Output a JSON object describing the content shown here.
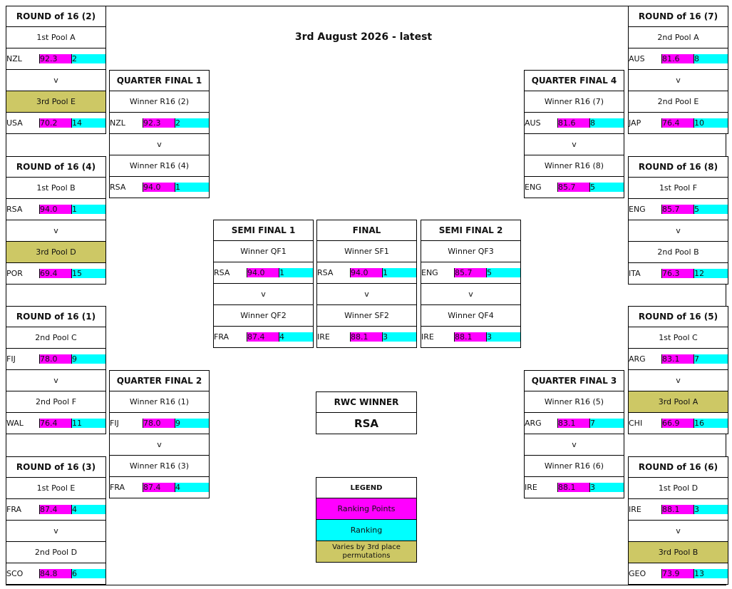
{
  "headline": "3rd August 2026 - latest",
  "vs": "v",
  "r16_2": {
    "title": "ROUND of 16 (2)",
    "slot1": "1st Pool A",
    "team1": {
      "code": "NZL",
      "points": "92.3",
      "rank": "2"
    },
    "slot2": "3rd Pool E",
    "team2": {
      "code": "USA",
      "points": "70.2",
      "rank": "14"
    }
  },
  "r16_4": {
    "title": "ROUND of 16 (4)",
    "slot1": "1st Pool B",
    "team1": {
      "code": "RSA",
      "points": "94.0",
      "rank": "1"
    },
    "slot2": "3rd Pool D",
    "team2": {
      "code": "POR",
      "points": "69.4",
      "rank": "15"
    }
  },
  "r16_1": {
    "title": "ROUND of 16 (1)",
    "slot1": "2nd Pool C",
    "team1": {
      "code": "FIJ",
      "points": "78.0",
      "rank": "9"
    },
    "slot2": "2nd Pool F",
    "team2": {
      "code": "WAL",
      "points": "76.4",
      "rank": "11"
    }
  },
  "r16_3": {
    "title": "ROUND of 16 (3)",
    "slot1": "1st Pool E",
    "team1": {
      "code": "FRA",
      "points": "87.4",
      "rank": "4"
    },
    "slot2": "2nd Pool D",
    "team2": {
      "code": "SCO",
      "points": "84.8",
      "rank": "6"
    }
  },
  "r16_7": {
    "title": "ROUND of 16 (7)",
    "slot1": "2nd Pool A",
    "team1": {
      "code": "AUS",
      "points": "81.6",
      "rank": "8"
    },
    "slot2": "2nd Pool E",
    "team2": {
      "code": "JAP",
      "points": "76.4",
      "rank": "10"
    }
  },
  "r16_8": {
    "title": "ROUND of 16 (8)",
    "slot1": "1st Pool F",
    "team1": {
      "code": "ENG",
      "points": "85.7",
      "rank": "5"
    },
    "slot2": "2nd Pool B",
    "team2": {
      "code": "ITA",
      "points": "76.3",
      "rank": "12"
    }
  },
  "r16_5": {
    "title": "ROUND of 16 (5)",
    "slot1": "1st Pool C",
    "team1": {
      "code": "ARG",
      "points": "83.1",
      "rank": "7"
    },
    "slot2": "3rd Pool A",
    "team2": {
      "code": "CHI",
      "points": "66.9",
      "rank": "16"
    }
  },
  "r16_6": {
    "title": "ROUND of 16 (6)",
    "slot1": "1st Pool D",
    "team1": {
      "code": "IRE",
      "points": "88.1",
      "rank": "3"
    },
    "slot2": "3rd Pool B",
    "team2": {
      "code": "GEO",
      "points": "73.9",
      "rank": "13"
    }
  },
  "qf1": {
    "title": "QUARTER FINAL 1",
    "slot1": "Winner R16 (2)",
    "team1": {
      "code": "NZL",
      "points": "92.3",
      "rank": "2"
    },
    "slot2": "Winner R16 (4)",
    "team2": {
      "code": "RSA",
      "points": "94.0",
      "rank": "1"
    }
  },
  "qf2": {
    "title": "QUARTER FINAL 2",
    "slot1": "Winner R16 (1)",
    "team1": {
      "code": "FIJ",
      "points": "78.0",
      "rank": "9"
    },
    "slot2": "Winner R16 (3)",
    "team2": {
      "code": "FRA",
      "points": "87.4",
      "rank": "4"
    }
  },
  "qf4": {
    "title": "QUARTER FINAL 4",
    "slot1": "Winner R16 (7)",
    "team1": {
      "code": "AUS",
      "points": "81.6",
      "rank": "8"
    },
    "slot2": "Winner R16 (8)",
    "team2": {
      "code": "ENG",
      "points": "85.7",
      "rank": "5"
    }
  },
  "qf3": {
    "title": "QUARTER FINAL 3",
    "slot1": "Winner R16 (5)",
    "team1": {
      "code": "ARG",
      "points": "83.1",
      "rank": "7"
    },
    "slot2": "Winner R16 (6)",
    "team2": {
      "code": "IRE",
      "points": "88.1",
      "rank": "3"
    }
  },
  "sf1": {
    "title": "SEMI FINAL 1",
    "slot1": "Winner QF1",
    "team1": {
      "code": "RSA",
      "points": "94.0",
      "rank": "1"
    },
    "slot2": "Winner QF2",
    "team2": {
      "code": "FRA",
      "points": "87.4",
      "rank": "4"
    }
  },
  "final": {
    "title": "FINAL",
    "slot1": "Winner SF1",
    "team1": {
      "code": "RSA",
      "points": "94.0",
      "rank": "1"
    },
    "slot2": "Winner SF2",
    "team2": {
      "code": "IRE",
      "points": "88.1",
      "rank": "3"
    }
  },
  "sf2": {
    "title": "SEMI FINAL 2",
    "slot1": "Winner QF3",
    "team1": {
      "code": "ENG",
      "points": "85.7",
      "rank": "5"
    },
    "slot2": "Winner QF4",
    "team2": {
      "code": "IRE",
      "points": "88.1",
      "rank": "3"
    }
  },
  "winner": {
    "title": "RWC WINNER",
    "team": "RSA"
  },
  "legend": {
    "title": "LEGEND",
    "points": "Ranking Points",
    "rank": "Ranking",
    "varies": "Varies by 3rd place permutations"
  },
  "colors": {
    "points": "#ff00ff",
    "rank": "#00ffff",
    "varies": "#cdc865"
  },
  "chart_data": {
    "type": "table",
    "title": "3rd August 2026 - latest",
    "matches": [
      {
        "stage": "ROUND of 16 (2)",
        "teams": [
          [
            "NZL",
            92.3,
            2
          ],
          [
            "USA",
            70.2,
            14
          ]
        ]
      },
      {
        "stage": "ROUND of 16 (4)",
        "teams": [
          [
            "RSA",
            94.0,
            1
          ],
          [
            "POR",
            69.4,
            15
          ]
        ]
      },
      {
        "stage": "ROUND of 16 (1)",
        "teams": [
          [
            "FIJ",
            78.0,
            9
          ],
          [
            "WAL",
            76.4,
            11
          ]
        ]
      },
      {
        "stage": "ROUND of 16 (3)",
        "teams": [
          [
            "FRA",
            87.4,
            4
          ],
          [
            "SCO",
            84.8,
            6
          ]
        ]
      },
      {
        "stage": "ROUND of 16 (7)",
        "teams": [
          [
            "AUS",
            81.6,
            8
          ],
          [
            "JAP",
            76.4,
            10
          ]
        ]
      },
      {
        "stage": "ROUND of 16 (8)",
        "teams": [
          [
            "ENG",
            85.7,
            5
          ],
          [
            "ITA",
            76.3,
            12
          ]
        ]
      },
      {
        "stage": "ROUND of 16 (5)",
        "teams": [
          [
            "ARG",
            83.1,
            7
          ],
          [
            "CHI",
            66.9,
            16
          ]
        ]
      },
      {
        "stage": "ROUND of 16 (6)",
        "teams": [
          [
            "IRE",
            88.1,
            3
          ],
          [
            "GEO",
            73.9,
            13
          ]
        ]
      },
      {
        "stage": "QUARTER FINAL 1",
        "teams": [
          [
            "NZL",
            92.3,
            2
          ],
          [
            "RSA",
            94.0,
            1
          ]
        ]
      },
      {
        "stage": "QUARTER FINAL 2",
        "teams": [
          [
            "FIJ",
            78.0,
            9
          ],
          [
            "FRA",
            87.4,
            4
          ]
        ]
      },
      {
        "stage": "QUARTER FINAL 3",
        "teams": [
          [
            "ARG",
            83.1,
            7
          ],
          [
            "IRE",
            88.1,
            3
          ]
        ]
      },
      {
        "stage": "QUARTER FINAL 4",
        "teams": [
          [
            "AUS",
            81.6,
            8
          ],
          [
            "ENG",
            85.7,
            5
          ]
        ]
      },
      {
        "stage": "SEMI FINAL 1",
        "teams": [
          [
            "RSA",
            94.0,
            1
          ],
          [
            "FRA",
            87.4,
            4
          ]
        ]
      },
      {
        "stage": "SEMI FINAL 2",
        "teams": [
          [
            "ENG",
            85.7,
            5
          ],
          [
            "IRE",
            88.1,
            3
          ]
        ]
      },
      {
        "stage": "FINAL",
        "teams": [
          [
            "RSA",
            94.0,
            1
          ],
          [
            "IRE",
            88.1,
            3
          ]
        ]
      }
    ],
    "winner": "RSA"
  }
}
